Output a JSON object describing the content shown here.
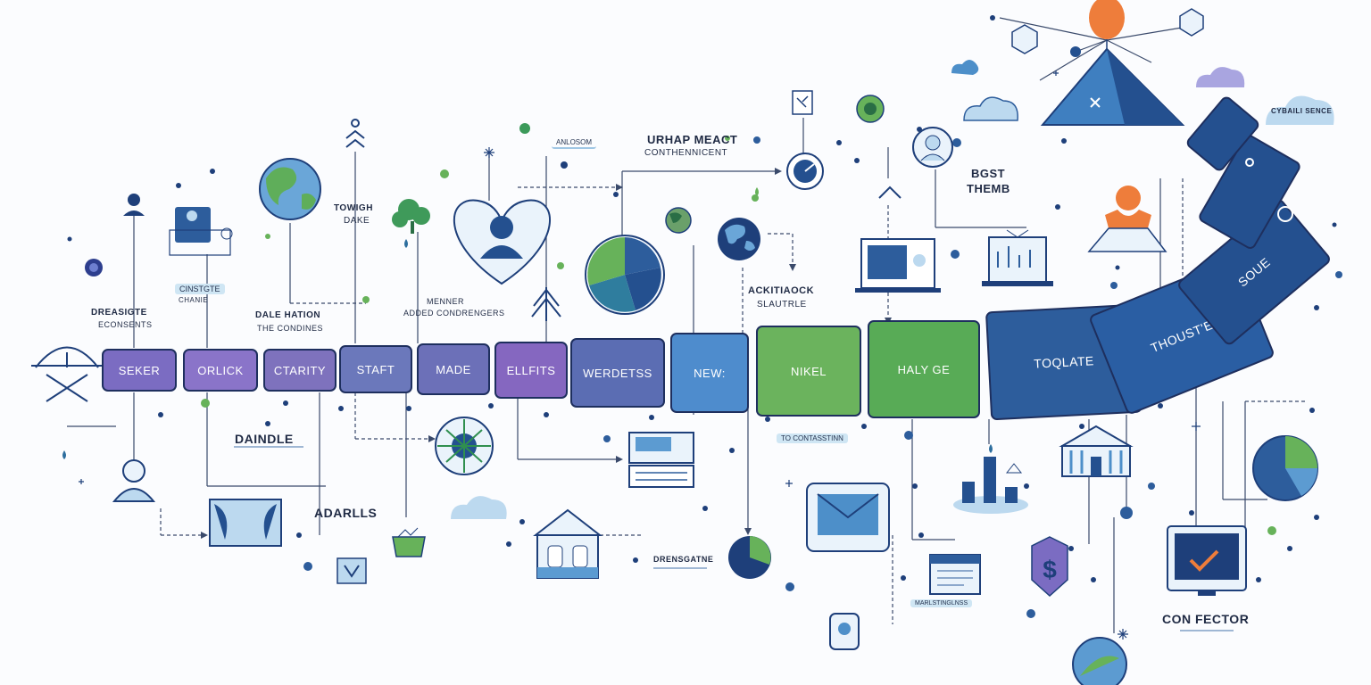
{
  "colors": {
    "ink": "#1f2a44",
    "navy": "#1e3f7a",
    "purple": "#7b6cc2",
    "steel": "#5677b5",
    "sky": "#5c9bd1",
    "green": "#67b25a",
    "teal": "#2f7d9e",
    "orange": "#ee7d3b",
    "cloud": "#bcd9ef"
  },
  "steps": [
    {
      "label": "SEKER",
      "color": "#7b6cc2"
    },
    {
      "label": "ORLICK",
      "color": "#8a74c9"
    },
    {
      "label": "CTARITY",
      "color": "#7e72bd"
    },
    {
      "label": "STAFT",
      "color": "#6b78bb"
    },
    {
      "label": "MADE",
      "color": "#6c70b8"
    },
    {
      "label": "ELLFITS",
      "color": "#8567c0"
    },
    {
      "label": "WERDETSS",
      "color": "#5b6db3"
    },
    {
      "label": "NEW:",
      "color": "#4e8ccd"
    },
    {
      "label": "NIKEL",
      "color": "#6bb35d"
    },
    {
      "label": "HALY GE",
      "color": "#58ab56"
    },
    {
      "label": "TOQLATE",
      "color": "#2d5d9c"
    },
    {
      "label": "THOUST'E",
      "color": "#2a5ea3"
    },
    {
      "label": "SOUE",
      "color": "#24508f"
    }
  ],
  "labels": {
    "dreasigte": "DREASIGTE",
    "econsents": "ECONSENTS",
    "cinstgte_tag": "CINSTGTE",
    "chanie": "CHANIE",
    "dale_hation": "DALE HATION",
    "the_condines": "THE CONDINES",
    "towigh": "TOWIGH",
    "dake": "DAKE",
    "anlosom_tag": "ANLOSOM",
    "menner": "MENNER",
    "added_condrengers": "ADDED CONDRENGERS",
    "urhap_meact": "URHAP MEACT",
    "contrenencet": "CONTHENNICENT",
    "ackitiaock": "ACKITIAOCK",
    "slautrle": "SLAUTRLE",
    "bgst": "BGST",
    "themb": "THEMB",
    "cybaili_sence": "CYBAILI SENCE",
    "daindle": "DAINDLE",
    "adarlls": "ADARLLS",
    "to_contasstinn": "TO CONTASSTINN",
    "drensgatne": "DRENSGATNE",
    "marlsting": "MARLSTINGLNSS",
    "con_fector": "CON FECTOR"
  },
  "icons": {
    "person": "person-icon",
    "globe": "globe-icon",
    "heart": "heart-icon",
    "pie": "pie-chart-icon",
    "tree": "tree-icon",
    "pyramid": "pyramid-icon",
    "cloud": "cloud-icon",
    "monitor": "monitor-icon",
    "mail": "mail-icon",
    "dollar": "dollar-shield-icon",
    "gauge": "gauge-icon",
    "building": "building-icon",
    "balloon": "balloon-icon"
  }
}
